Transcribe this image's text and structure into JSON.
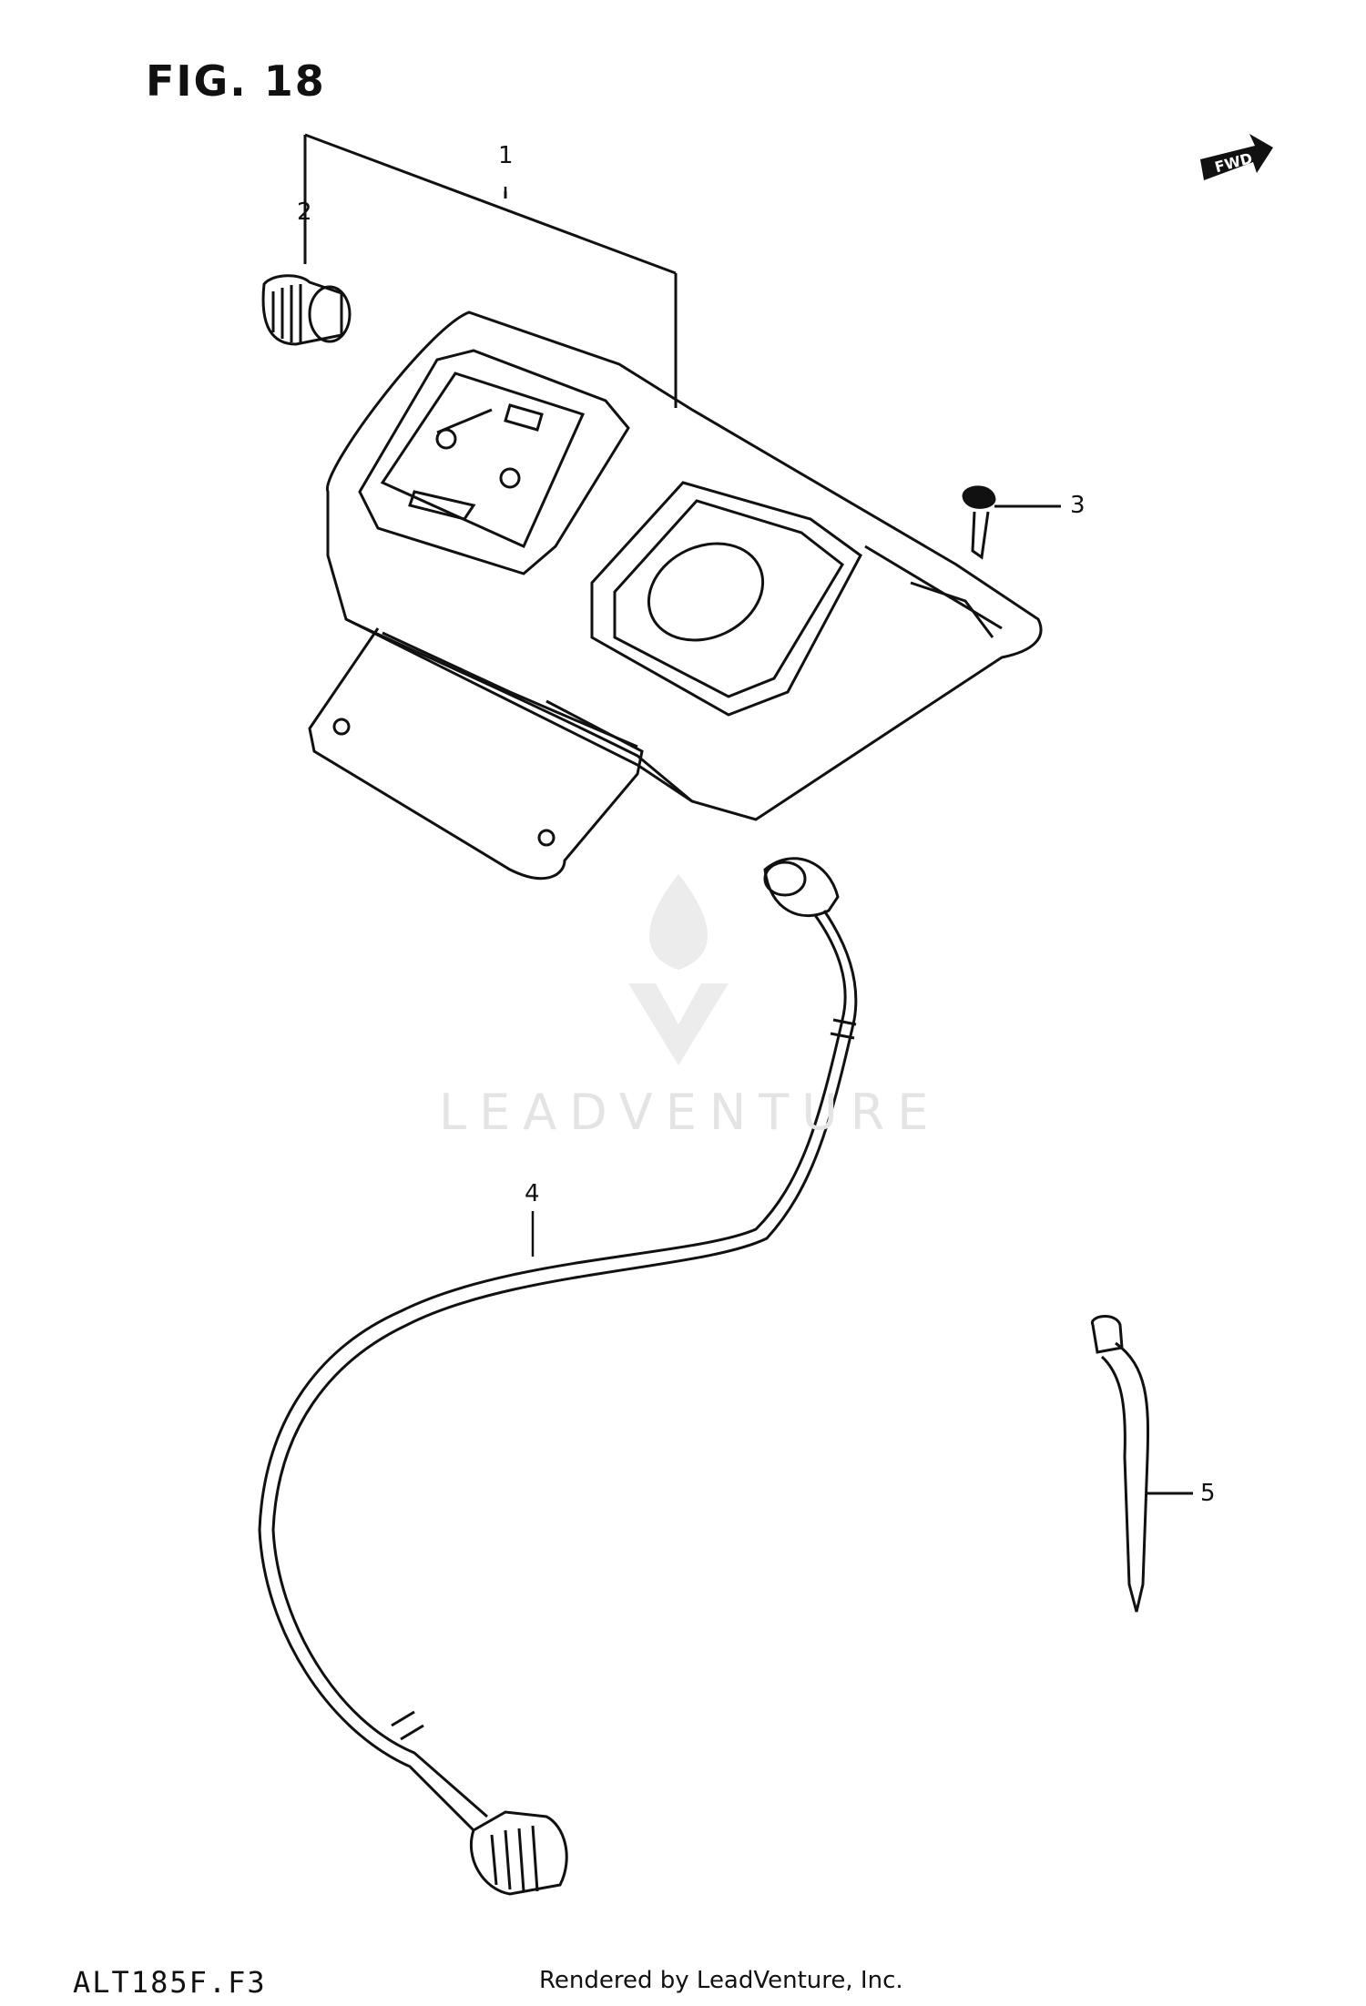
{
  "figure": {
    "title": "FIG. 18"
  },
  "callouts": [
    {
      "id": "1",
      "label": "1"
    },
    {
      "id": "2",
      "label": "2"
    },
    {
      "id": "3",
      "label": "3"
    },
    {
      "id": "4",
      "label": "4"
    },
    {
      "id": "5",
      "label": "5"
    }
  ],
  "footer": {
    "model_code": "ALT185F.F3",
    "credit": "Rendered by LeadVenture, Inc."
  },
  "watermark": {
    "text": "LEADVENTURE"
  },
  "orientation_badge": {
    "text": "FWD"
  },
  "colors": {
    "ink": "#111111",
    "watermark": "#e4e4e4"
  }
}
